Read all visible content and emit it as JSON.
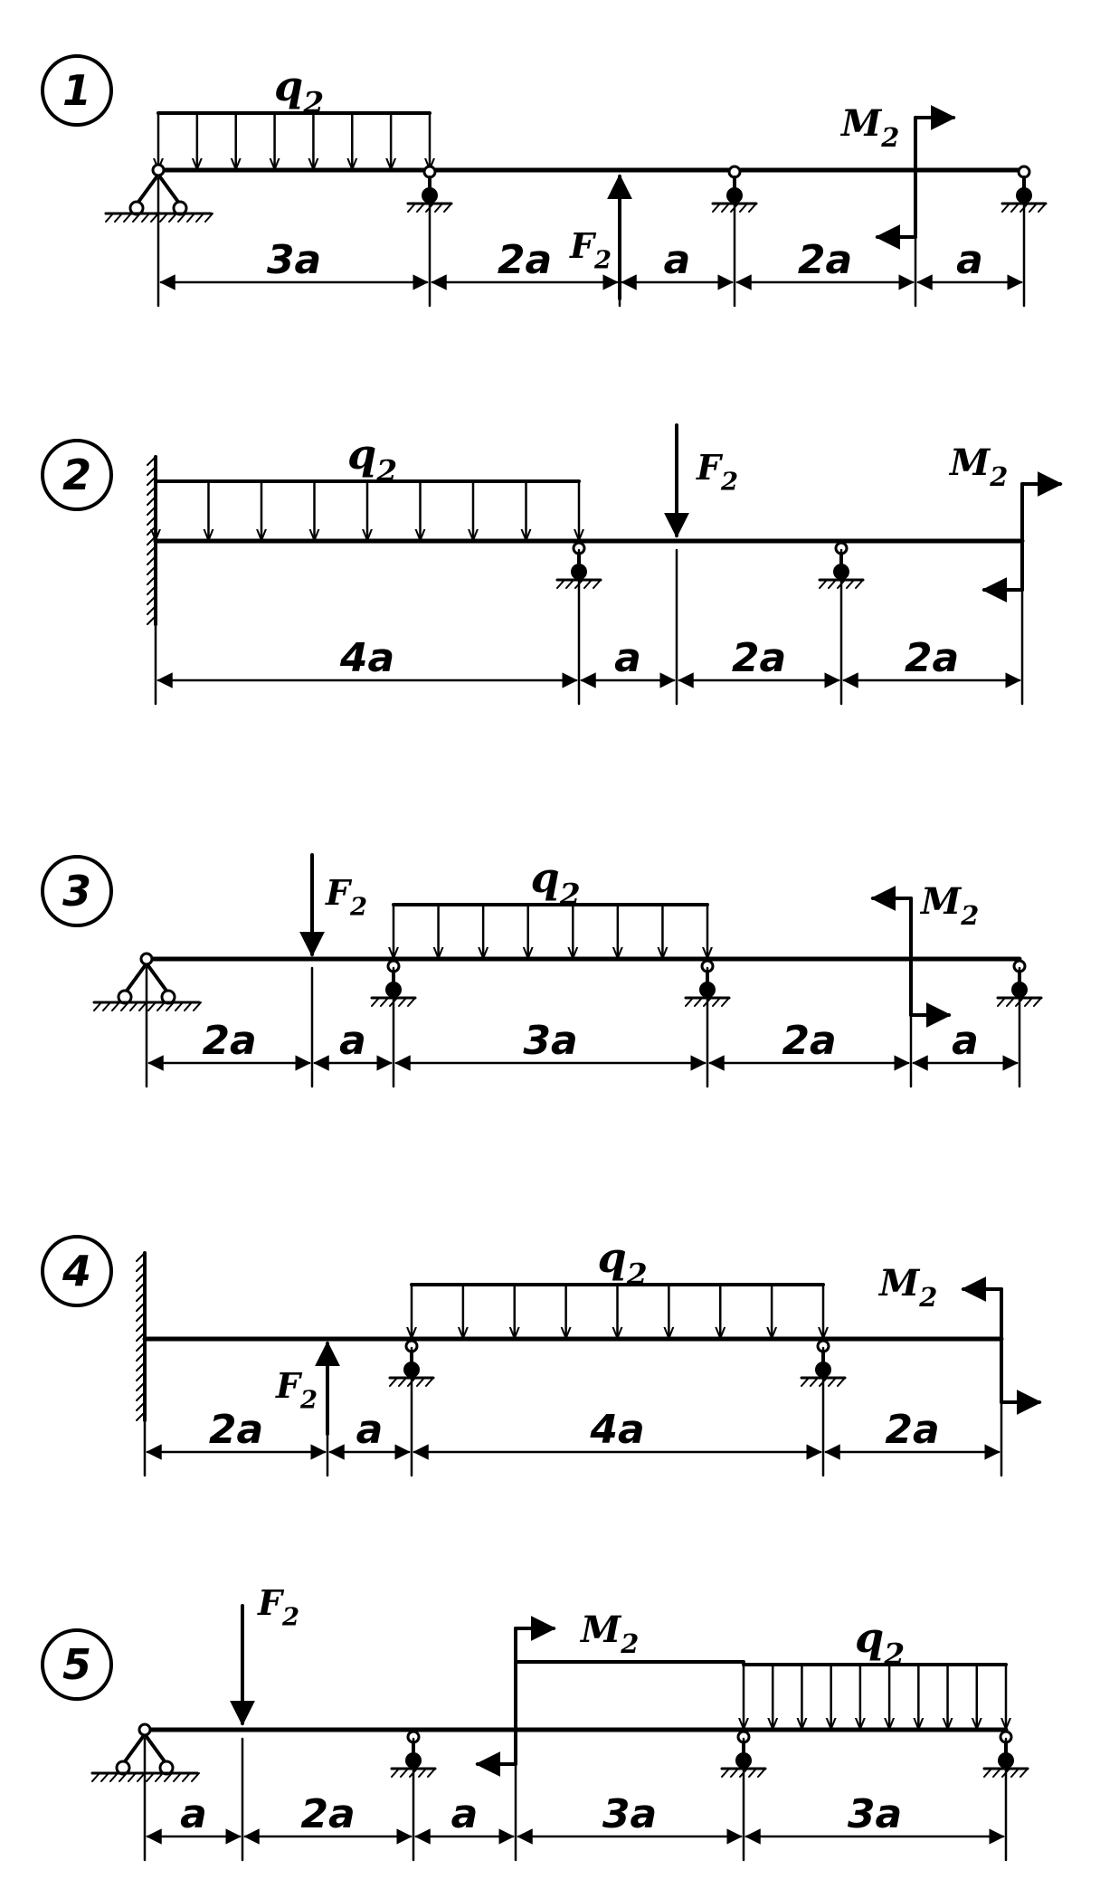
{
  "schemes": [
    {
      "number": "1",
      "load_labels": {
        "q": "q",
        "q_sub": "2",
        "F": "F",
        "F_sub": "2",
        "M": "M",
        "M_sub": "2"
      },
      "dimensions": [
        "3a",
        "2a",
        "a",
        "2a",
        "a"
      ]
    },
    {
      "number": "2",
      "load_labels": {
        "q": "q",
        "q_sub": "2",
        "F": "F",
        "F_sub": "2",
        "M": "M",
        "M_sub": "2"
      },
      "dimensions": [
        "4a",
        "a",
        "2a",
        "2a"
      ]
    },
    {
      "number": "3",
      "load_labels": {
        "q": "q",
        "q_sub": "2",
        "F": "F",
        "F_sub": "2",
        "M": "M",
        "M_sub": "2"
      },
      "dimensions": [
        "2a",
        "a",
        "3a",
        "2a",
        "a"
      ]
    },
    {
      "number": "4",
      "load_labels": {
        "q": "q",
        "q_sub": "2",
        "F": "F",
        "F_sub": "2",
        "M": "M",
        "M_sub": "2"
      },
      "dimensions": [
        "2a",
        "a",
        "4a",
        "2a"
      ]
    },
    {
      "number": "5",
      "load_labels": {
        "q": "q",
        "q_sub": "2",
        "F": "F",
        "F_sub": "2",
        "M": "M",
        "M_sub": "2"
      },
      "dimensions": [
        "a",
        "2a",
        "a",
        "3a",
        "3a"
      ]
    }
  ]
}
